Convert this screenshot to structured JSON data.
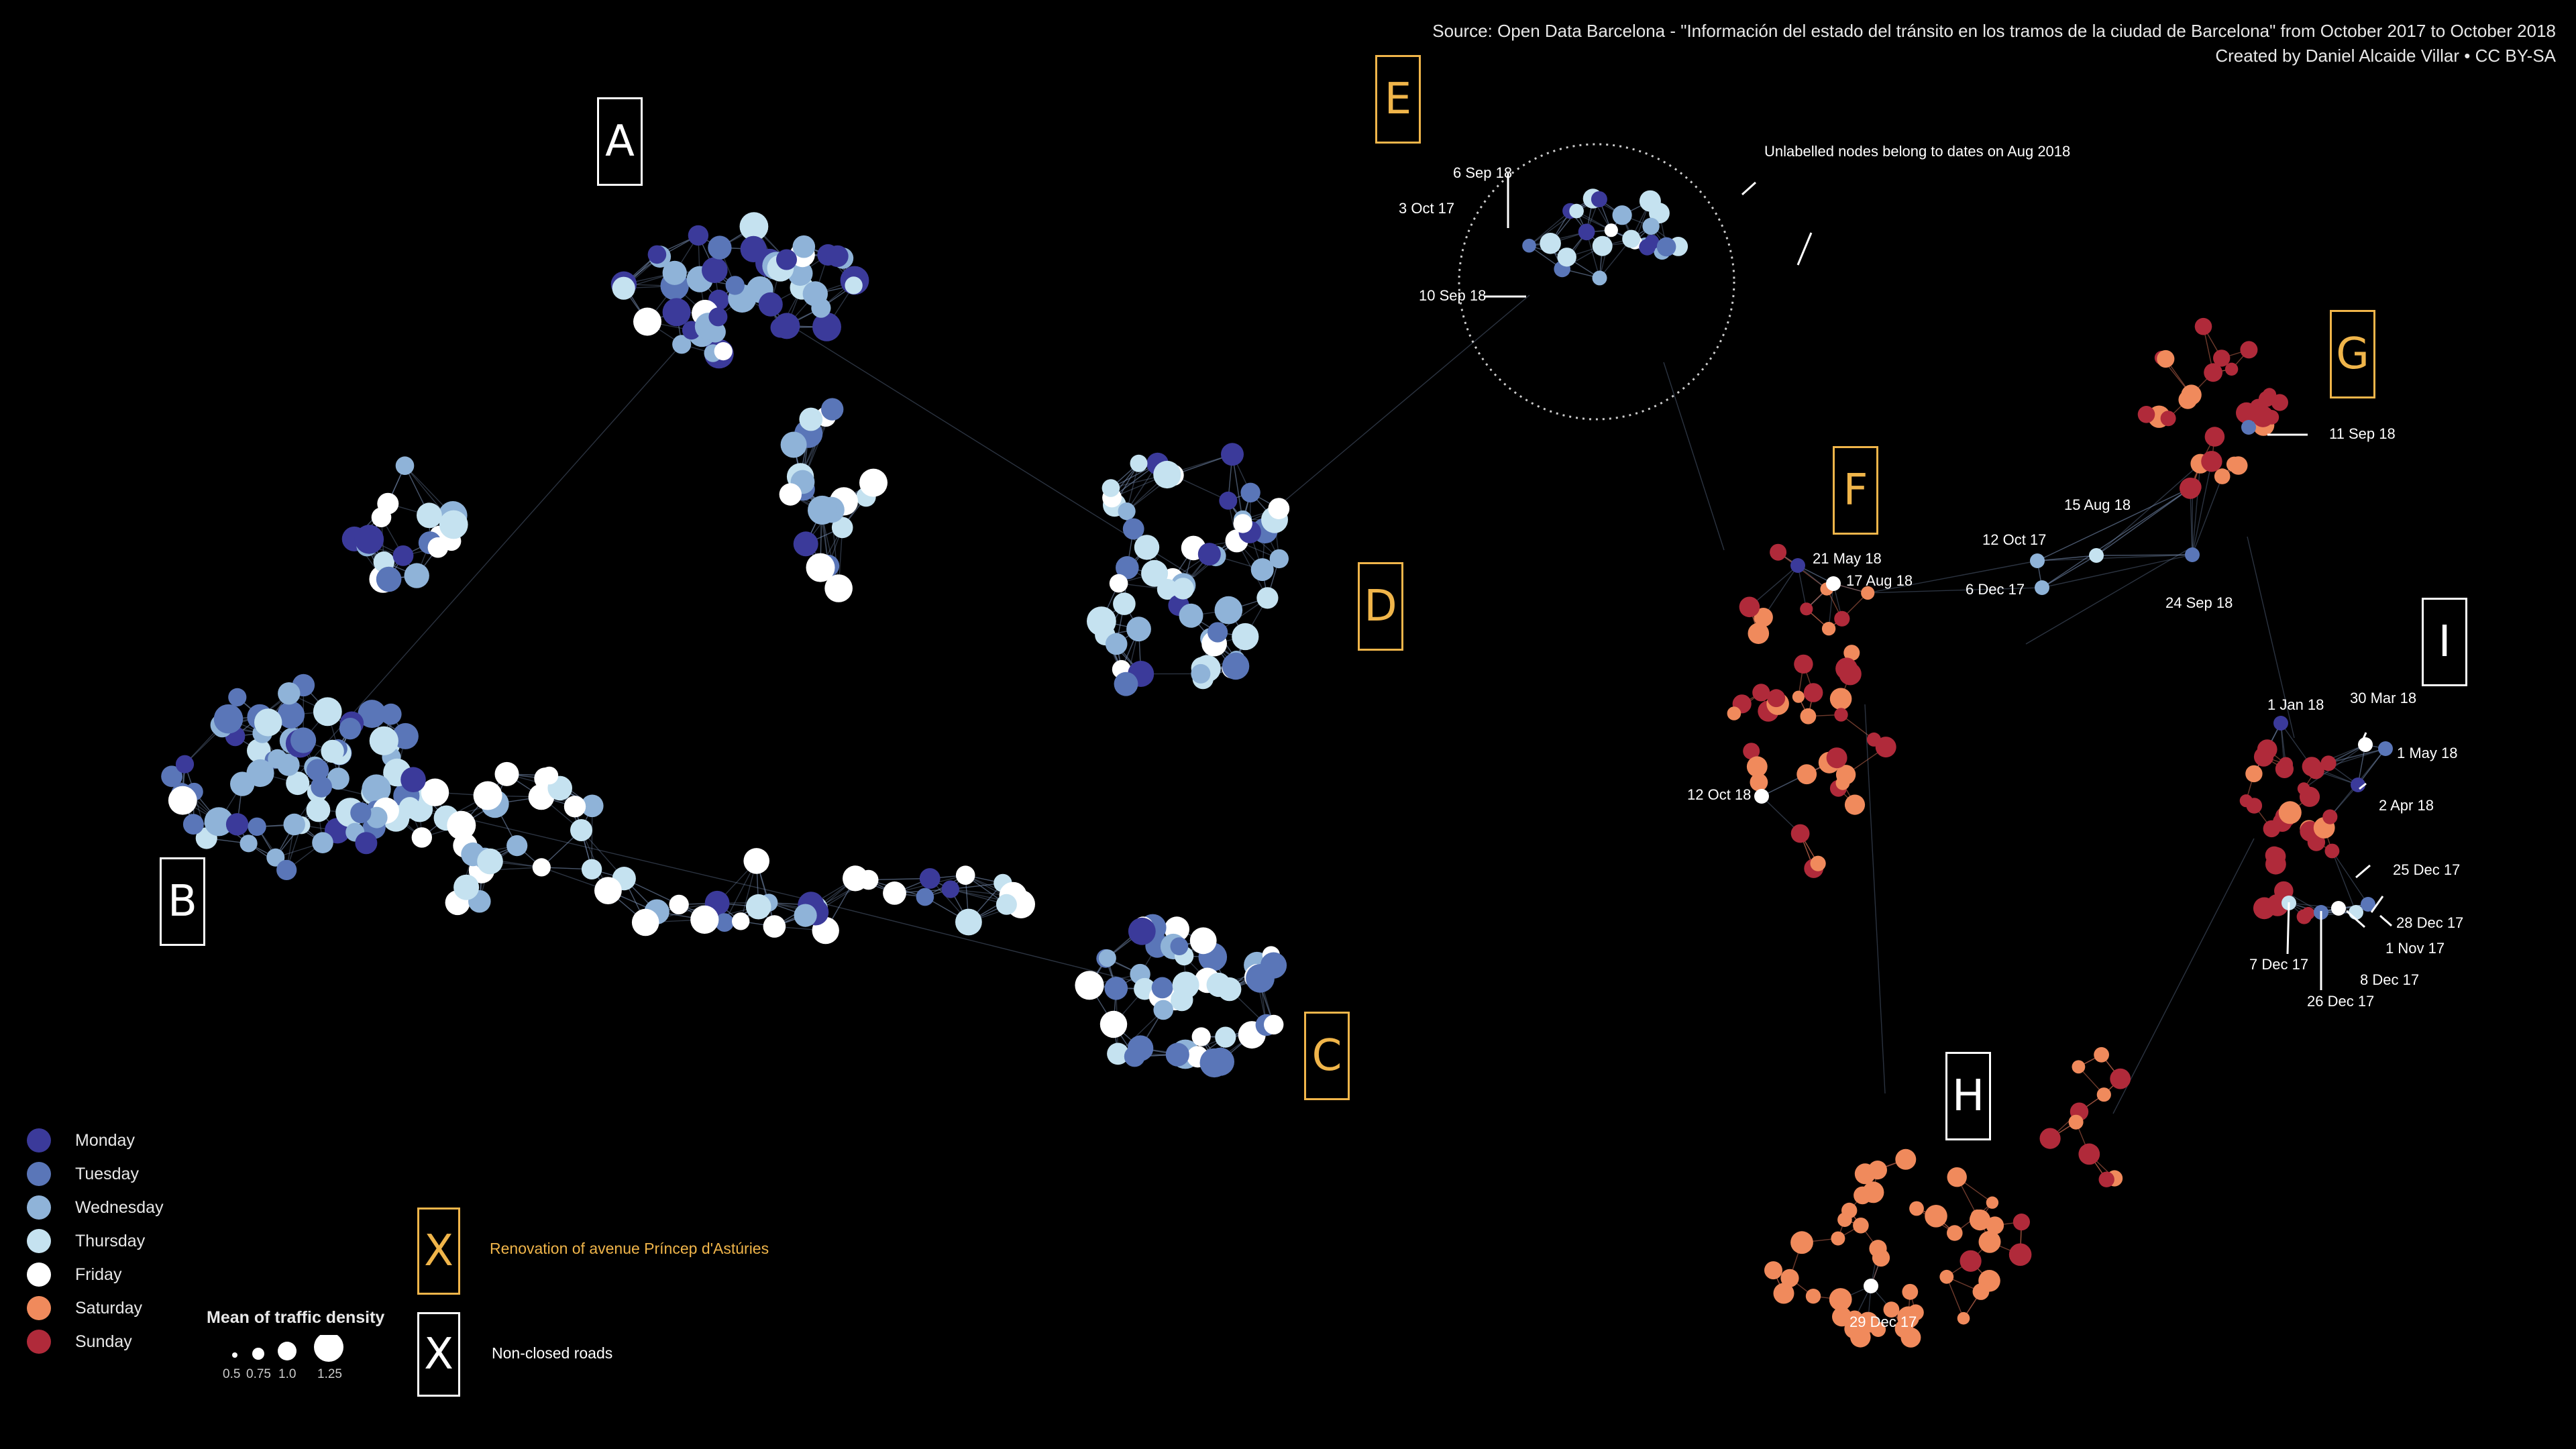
{
  "source": {
    "line1": "Source:  Open Data Barcelona  - \"Información del estado del tránsito en los tramos de la ciudad de Barcelona\" from October 2017 to October 2018",
    "line2": "Created by Daniel Alcaide Villar • CC BY-SA"
  },
  "colors": {
    "Monday": "#3b3a9a",
    "Tuesday": "#5a76b8",
    "Wednesday": "#8fb3d8",
    "Thursday": "#c5e2f0",
    "Friday": "#ffffff",
    "Saturday": "#f08a5c",
    "Sunday": "#b02a3a",
    "accent": "#f0b54a"
  },
  "legend": {
    "days": [
      {
        "label": "Monday",
        "color": "#3b3a9a"
      },
      {
        "label": "Tuesday",
        "color": "#5a76b8"
      },
      {
        "label": "Wednesday",
        "color": "#8fb3d8"
      },
      {
        "label": "Thursday",
        "color": "#c5e2f0"
      },
      {
        "label": "Friday",
        "color": "#ffffff"
      },
      {
        "label": "Saturday",
        "color": "#f08a5c"
      },
      {
        "label": "Sunday",
        "color": "#b02a3a"
      }
    ],
    "size_title": "Mean of traffic density",
    "sizes": [
      "0.5",
      "0.75",
      "1.0",
      "1.25"
    ],
    "x_yellow_text": "Renovation of avenue Príncep d'Astúries",
    "x_white_text": "Non-closed roads",
    "x_letter": "X"
  },
  "clusters": {
    "A": "A",
    "B": "B",
    "C": "C",
    "D": "D",
    "E": "E",
    "F": "F",
    "G": "G",
    "H": "H",
    "I": "I"
  },
  "annotations": {
    "unlabelled": "Unlabelled nodes belong to dates on Aug 2018",
    "d_6sep18": "6 Sep 18",
    "d_3oct17": "3 Oct 17",
    "d_10sep18": "10 Sep 18",
    "d_21may18": "21 May 18",
    "d_17aug18": "17 Aug 18",
    "d_12oct18": "12 Oct 18",
    "d_12oct17": "12 Oct 17",
    "d_6dec17": "6 Dec 17",
    "d_15aug18": "15 Aug 18",
    "d_24sep18": "24 Sep 18",
    "d_11sep18": "11 Sep 18",
    "d_1jan18": "1 Jan 18",
    "d_30mar18": "30 Mar 18",
    "d_1may18": "1 May 18",
    "d_2apr18": "2 Apr 18",
    "d_25dec17": "25 Dec 17",
    "d_28dec17": "28 Dec 17",
    "d_1nov17": "1 Nov 17",
    "d_8dec17": "8 Dec 17",
    "d_26dec17": "26 Dec 17",
    "d_7dec17": "7 Dec 17",
    "d_29dec17": "29 Dec 17"
  }
}
